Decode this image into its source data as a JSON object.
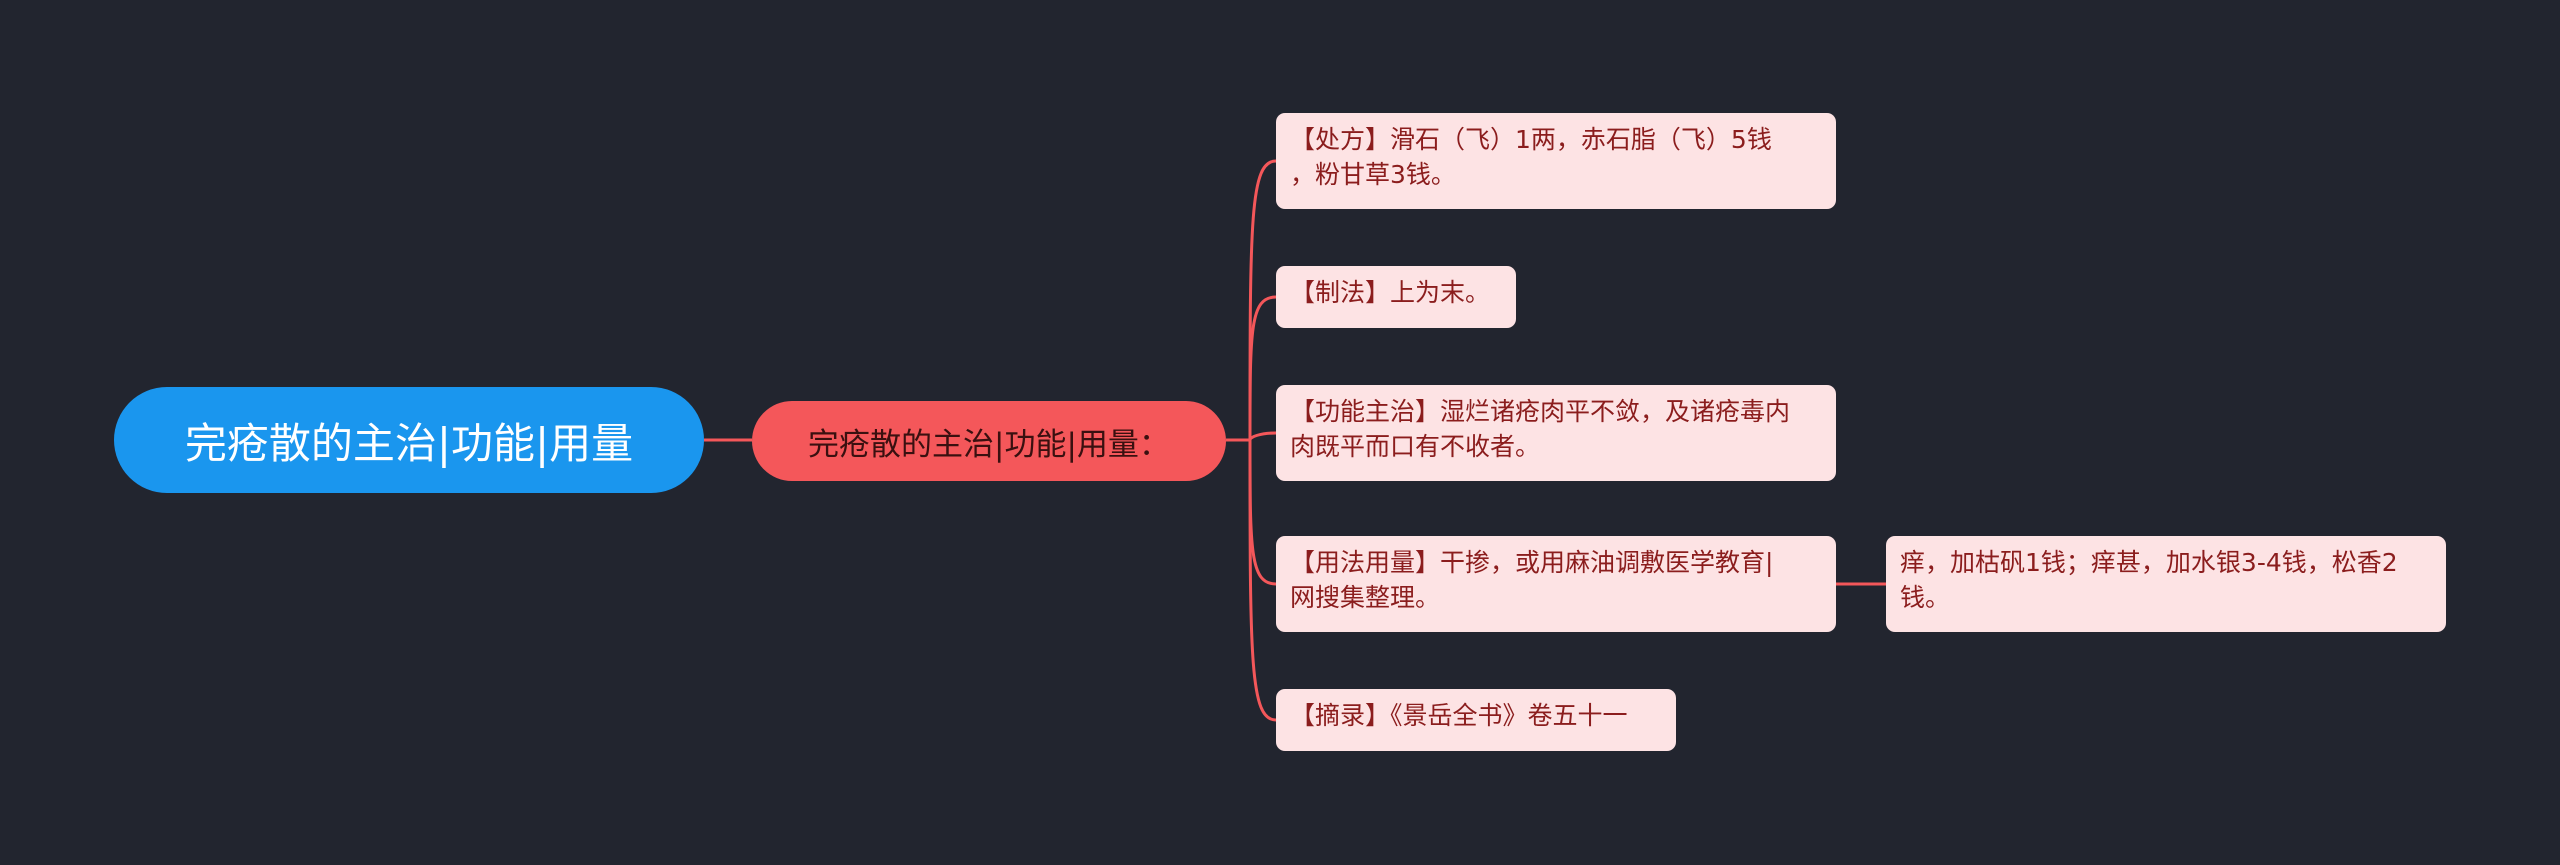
{
  "root": {
    "label": "完疮散的主治|功能|用量"
  },
  "branch": {
    "label": "完疮散的主治|功能|用量："
  },
  "leaves": [
    {
      "lines": [
        "【处方】滑石（飞）1两，赤石脂（飞）5钱",
        "，粉甘草3钱。"
      ]
    },
    {
      "lines": [
        "【制法】上为末。"
      ]
    },
    {
      "lines": [
        "【功能主治】湿烂诸疮肉平不敛，及诸疮毒内",
        "肉既平而口有不收者。"
      ]
    },
    {
      "lines": [
        "【用法用量】干掺，或用麻油调敷医学教育|",
        "网搜集整理。"
      ]
    },
    {
      "lines": [
        "【摘录】《景岳全书》卷五十一"
      ]
    }
  ],
  "sub_leaves": [
    {
      "lines": [
        "痒，加枯矾1钱；痒甚，加水银3-4钱，松香2",
        "钱。"
      ]
    }
  ],
  "colors": {
    "background": "#22252f",
    "root_fill": "#1a96ee",
    "branch_fill": "#f4575a",
    "leaf_fill": "#fde3e4",
    "leaf_text": "#8b1d1d",
    "connector": "#f4575a"
  }
}
